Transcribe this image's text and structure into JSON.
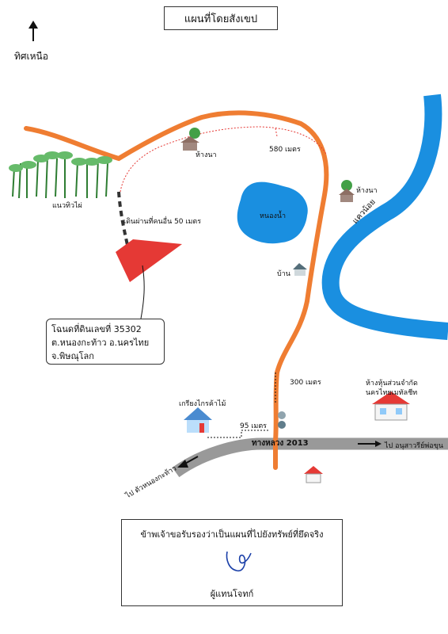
{
  "title": "แผนที่โดยสังเขป",
  "north": {
    "label": "ทิศเหนือ",
    "icon": "north-arrow-icon"
  },
  "bamboo": {
    "label": "แนวทิวไผ่",
    "icon": "bamboo-grove-icon"
  },
  "path_note": "เดินผ่านที่คนอื่น 50 เมตร",
  "distance_580": "580 เมตร",
  "distance_300": "300 เมตร",
  "distance_95": "95 เมตร",
  "rice_hut_1": "ห้างนา",
  "rice_hut_2": "ห้างนา",
  "pond": "หนองน้ำ",
  "river": "แควน้อย",
  "house": "บ้าน",
  "machinery_shop": "เกรียงไกรค้าไม้",
  "company": {
    "line1": "ห้างหุ้นส่วนจำกัด",
    "line2": "นครไทยเมทัลชีท"
  },
  "highway": "ทางหลวง 2013",
  "to_monument": "ไป อนุสาวรีย์พ่อขุน",
  "to_nong_kathao": "ไป ตัวหนองกะท้าว",
  "deed": {
    "line1": "โฉนดที่ดินเลขที่ 35302",
    "line2": "ต.หนองกะท้าว อ.นครไทย",
    "line3": "จ.พิษณุโลก"
  },
  "certification": {
    "text": "ข้าพเจ้าขอรับรองว่าเป็นแผนที่ไปยังทรัพย์ที่ยึดจริง",
    "signer": "ผู้แทนโจทก์"
  },
  "colors": {
    "road": "#ef7d32",
    "river": "#1a8fe0",
    "pond": "#1a8fe0",
    "land_plot": "#e53935",
    "highway": "#999999",
    "path": "#333333"
  }
}
